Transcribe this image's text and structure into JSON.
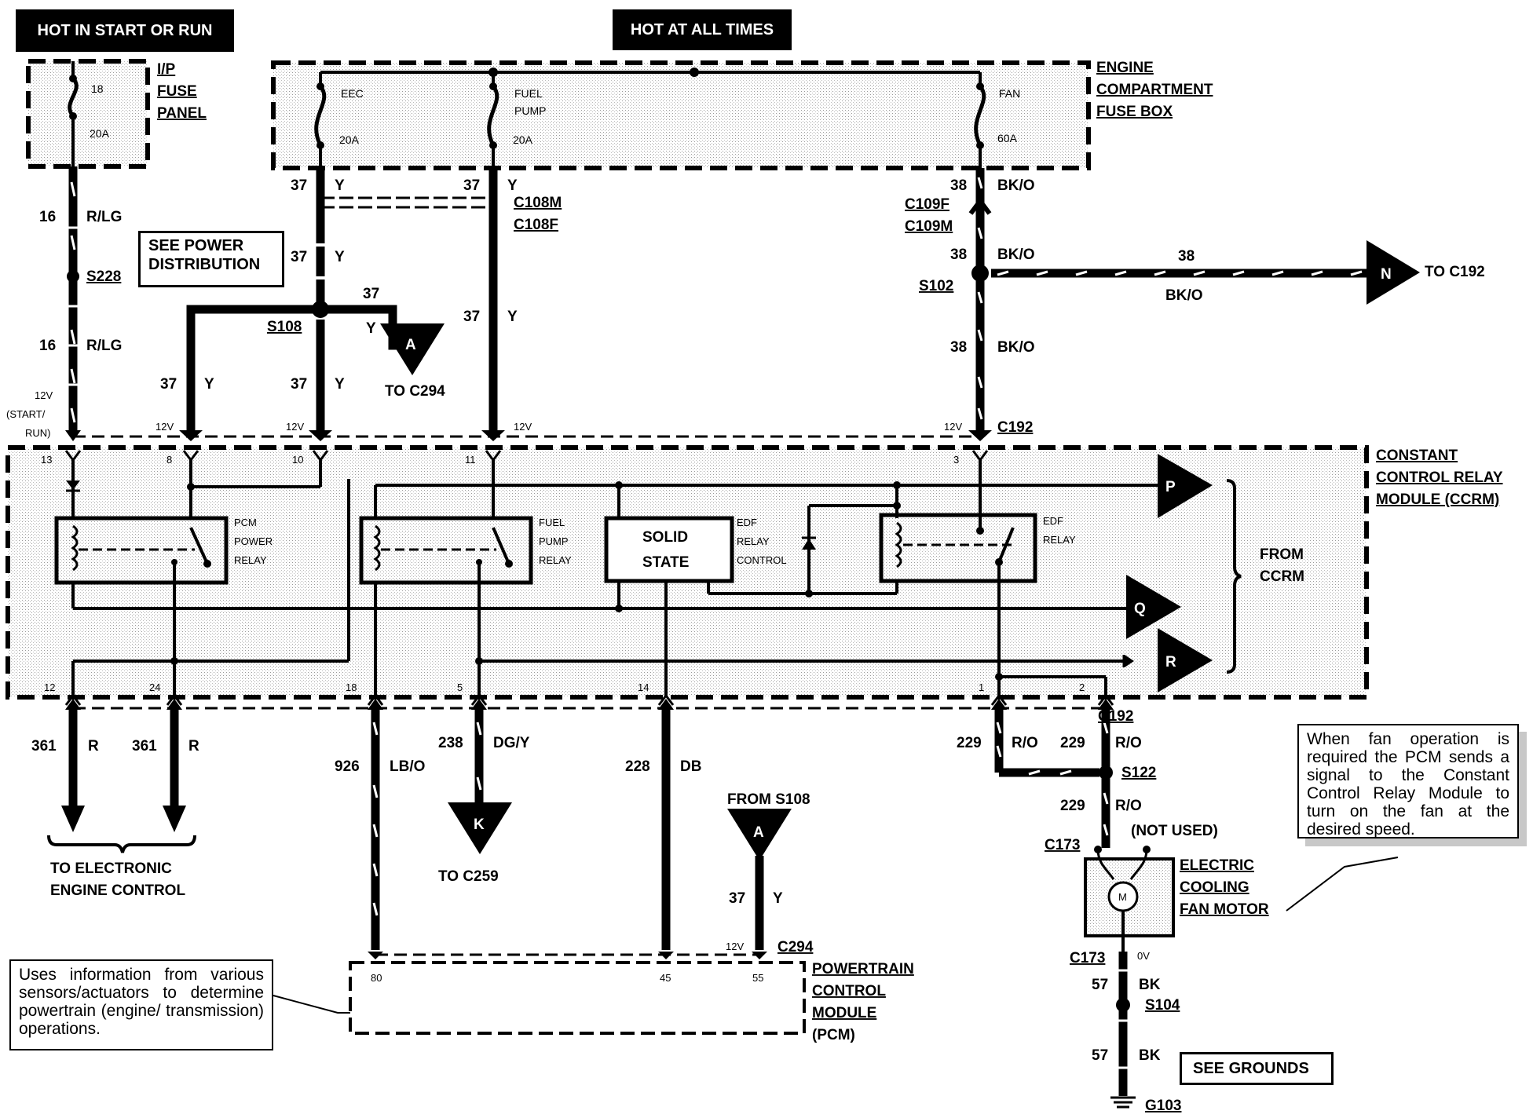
{
  "banners": {
    "hot_in_start_or_run": "HOT IN START OR RUN",
    "hot_at_all_times": "HOT AT ALL TIMES"
  },
  "fuse_panels": {
    "ip": {
      "label_lines": [
        "I/P",
        "FUSE",
        "PANEL"
      ],
      "fuse_number": "18",
      "fuse_rating": "20A"
    },
    "engine_compartment": {
      "label_lines": [
        "ENGINE",
        "COMPARTMENT",
        "FUSE BOX"
      ],
      "fuses": [
        {
          "name_lines": [
            "EEC"
          ],
          "rating": "20A"
        },
        {
          "name_lines": [
            "FUEL",
            "PUMP"
          ],
          "rating": "20A"
        },
        {
          "name_lines": [
            "FAN"
          ],
          "rating": "60A"
        }
      ]
    }
  },
  "boxed_references": {
    "see_power_distribution": [
      "SEE POWER",
      "DISTRIBUTION"
    ],
    "see_grounds": "SEE GROUNDS"
  },
  "wires": [
    {
      "circuit": "16",
      "color": "R/LG"
    },
    {
      "circuit": "37",
      "color": "Y"
    },
    {
      "circuit": "38",
      "color": "BK/O"
    },
    {
      "circuit": "361",
      "color": "R"
    },
    {
      "circuit": "926",
      "color": "LB/O"
    },
    {
      "circuit": "238",
      "color": "DG/Y"
    },
    {
      "circuit": "228",
      "color": "DB"
    },
    {
      "circuit": "229",
      "color": "R/O"
    },
    {
      "circuit": "57",
      "color": "BK"
    }
  ],
  "connectors": {
    "c108m": "C108M",
    "c108f": "C108F",
    "c109f": "C109F",
    "c109m": "C109M",
    "c192_top": "C192",
    "c192_bottom": "C192",
    "c294": "C294",
    "c173_top": "C173",
    "c173_bottom": "C173"
  },
  "splices": {
    "s228": "S228",
    "s108": "S108",
    "s102": "S102",
    "s122": "S122",
    "s104": "S104"
  },
  "ground": "G103",
  "voltages": {
    "v12": "12V",
    "start_run_lines": [
      "12V",
      "(START/",
      "RUN)"
    ],
    "v0": "0V"
  },
  "ccrm": {
    "label_lines": [
      "CONSTANT",
      "CONTROL RELAY",
      "MODULE (CCRM)"
    ],
    "top_pins": [
      "13",
      "8",
      "10",
      "11",
      "3"
    ],
    "bottom_pins": [
      "12",
      "24",
      "18",
      "5",
      "14",
      "1",
      "2"
    ],
    "pcm_power_relay": [
      "PCM",
      "POWER",
      "RELAY"
    ],
    "fuel_pump_relay": [
      "FUEL",
      "PUMP",
      "RELAY"
    ],
    "solid_state": [
      "SOLID",
      "STATE"
    ],
    "edf_relay_control": [
      "EDF",
      "RELAY",
      "CONTROL"
    ],
    "edf_relay": [
      "EDF",
      "RELAY"
    ],
    "from_ccrm": [
      "FROM",
      "CCRM"
    ],
    "outputs": [
      "P",
      "Q",
      "R"
    ]
  },
  "off_page": {
    "n": {
      "letter": "N",
      "dest": "TO C192"
    },
    "a_out": {
      "letter": "A",
      "dest": "TO C294"
    },
    "k": {
      "letter": "K",
      "dest": "TO C259"
    },
    "a_in": {
      "letter": "A",
      "source": "FROM S108"
    }
  },
  "to_electronic_engine_control": [
    "TO ELECTRONIC",
    "ENGINE CONTROL"
  ],
  "pcm": {
    "label_lines": [
      "POWERTRAIN",
      "CONTROL",
      "MODULE",
      "(PCM)"
    ],
    "pins": [
      "80",
      "45",
      "55"
    ]
  },
  "fan_motor": {
    "label_lines": [
      "ELECTRIC",
      "COOLING",
      "FAN MOTOR"
    ],
    "motor_symbol": "M",
    "not_used": "(NOT USED)"
  },
  "notes": {
    "pcm_note": "Uses information from various sensors/actuators to determine powertrain (engine/ transmission) operations.",
    "fan_note": "When fan operation is required the PCM sends a signal to the Constant Control Relay Module to turn on the fan at the desired speed."
  }
}
